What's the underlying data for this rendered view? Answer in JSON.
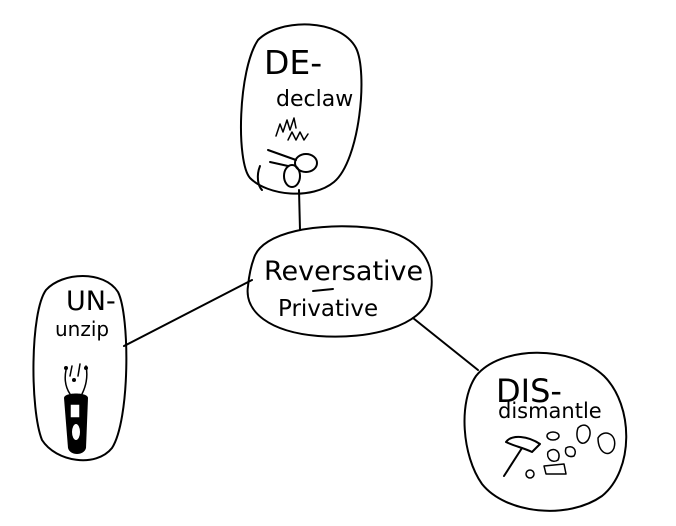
{
  "center": {
    "line1": "Reversative",
    "line2": "Privative"
  },
  "nodes": [
    {
      "prefix": "DE-",
      "example": "declaw",
      "icon": "scissors-claw-icon"
    },
    {
      "prefix": "UN-",
      "example": "unzip",
      "icon": "zipper-icon"
    },
    {
      "prefix": "DIS-",
      "example": "dismantle",
      "icon": "hammer-pieces-icon"
    }
  ],
  "colors": {
    "ink": "#000000",
    "background": "#ffffff"
  }
}
